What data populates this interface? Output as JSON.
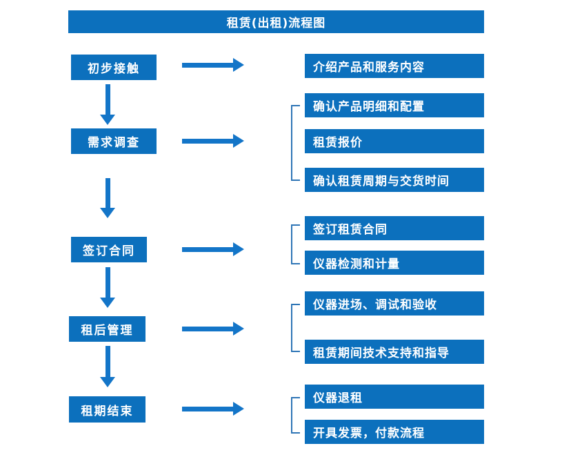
{
  "title": "租赁(出租)流程图",
  "colors": {
    "box_blue": "#0C70BD",
    "arrow_blue": "#1375C8",
    "bracket_blue": "#2E75B6",
    "text_white": "#FFFFFF",
    "background": "#FFFFFF"
  },
  "steps": [
    {
      "label": "初步接触",
      "outputs": [
        "介绍产品和服务内容"
      ]
    },
    {
      "label": "需求调查",
      "outputs": [
        "确认产品明细和配置",
        "租赁报价",
        "确认租赁周期与交货时间"
      ]
    },
    {
      "label": "签订合同",
      "outputs": [
        "签订租赁合同",
        "仪器检测和计量"
      ]
    },
    {
      "label": "租后管理",
      "outputs": [
        "仪器进场、调试和验收",
        "租赁期间技术支持和指导"
      ]
    },
    {
      "label": "租期结束",
      "outputs": [
        "仪器退租",
        "开具发票，付款流程"
      ]
    }
  ]
}
